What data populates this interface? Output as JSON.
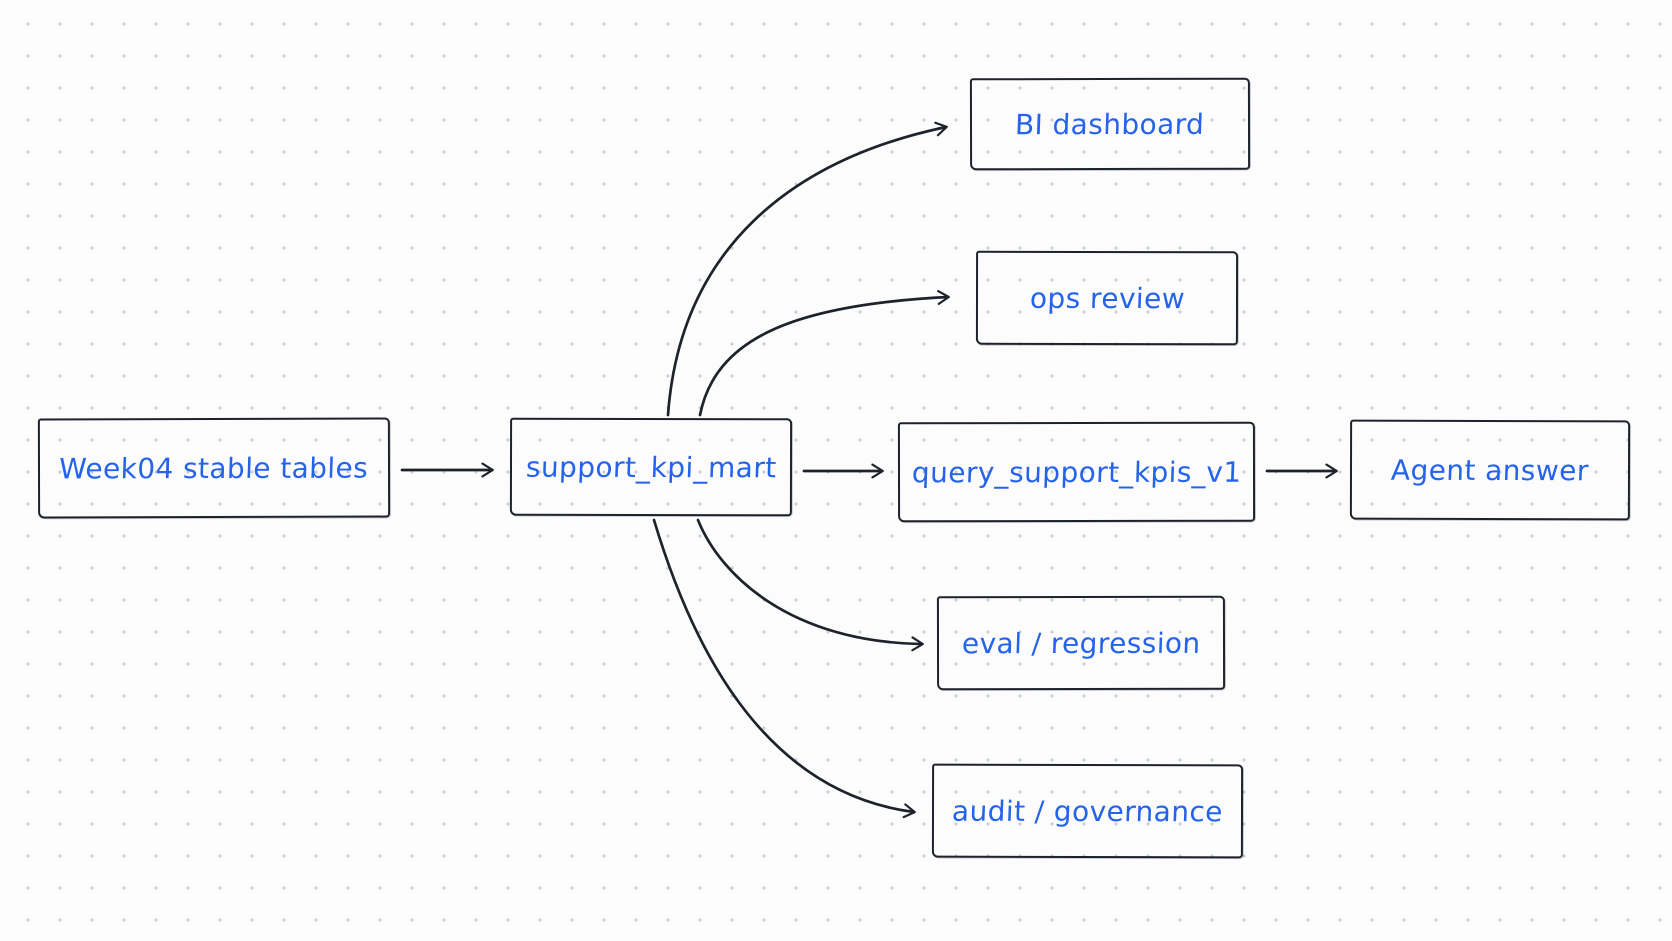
{
  "app": {
    "type": "hand-drawn flow diagram",
    "background_color": "#fcfcfd",
    "dot_grid_color": "#c9cdd6"
  },
  "theme": {
    "stroke_color": "#1e222a",
    "node_text_color": "#2563eb"
  },
  "diagram": {
    "nodes": [
      {
        "id": "week04-stable-tables",
        "label": "Week04 stable tables"
      },
      {
        "id": "support-kpi-mart",
        "label": "support_kpi_mart"
      },
      {
        "id": "query-support-kpis-v1",
        "label": "query_support_kpis_v1"
      },
      {
        "id": "agent-answer",
        "label": "Agent answer"
      },
      {
        "id": "bi-dashboard",
        "label": "BI dashboard"
      },
      {
        "id": "ops-review",
        "label": "ops review"
      },
      {
        "id": "eval-regression",
        "label": "eval / regression"
      },
      {
        "id": "audit-governance",
        "label": "audit / governance"
      }
    ],
    "edges": [
      {
        "from": "Week04 stable tables",
        "to": "support_kpi_mart"
      },
      {
        "from": "support_kpi_mart",
        "to": "BI dashboard"
      },
      {
        "from": "support_kpi_mart",
        "to": "ops review"
      },
      {
        "from": "support_kpi_mart",
        "to": "query_support_kpis_v1"
      },
      {
        "from": "support_kpi_mart",
        "to": "eval / regression"
      },
      {
        "from": "support_kpi_mart",
        "to": "audit / governance"
      },
      {
        "from": "query_support_kpis_v1",
        "to": "Agent answer"
      }
    ]
  }
}
